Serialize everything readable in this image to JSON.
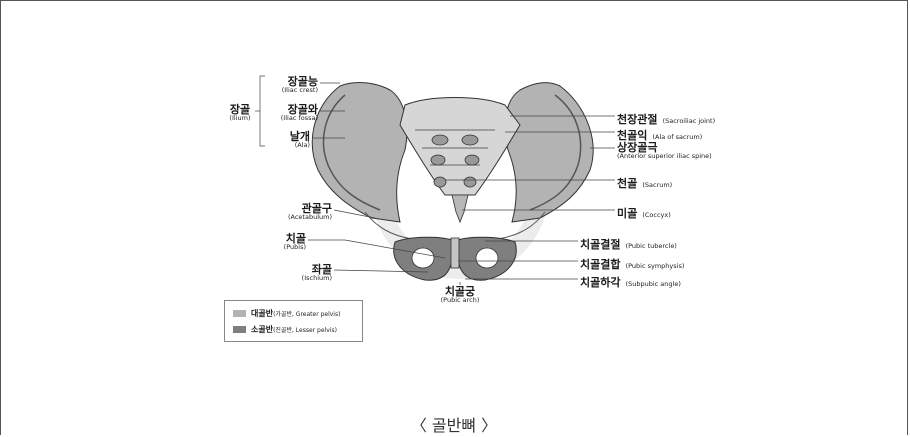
{
  "labels": {
    "iliac_crest": {
      "ko": "장골능",
      "en": "(Iliac crest)"
    },
    "iliac_fossa": {
      "ko": "장골와",
      "en": "(Iliac fossa)"
    },
    "ala": {
      "ko": "날개",
      "en": "(Ala)"
    },
    "ilium": {
      "ko": "장골",
      "en": "(Ilium)"
    },
    "acetabulum": {
      "ko": "관골구",
      "en": "(Acetabulum)"
    },
    "pubis": {
      "ko": "치골",
      "en": "(Pubis)"
    },
    "ischium": {
      "ko": "좌골",
      "en": "(Ischium)"
    },
    "pubic_arch": {
      "ko": "치골궁",
      "en": "(Pubic arch)"
    },
    "sacroiliac_joint": {
      "ko": "천장관절",
      "en": "(Sacroiliac joint)"
    },
    "ala_of_sacrum": {
      "ko": "천골익",
      "en": "(Ala of sacrum)"
    },
    "asis": {
      "ko": "상장골극",
      "en": "(Anterior superior iliac spine)"
    },
    "sacrum": {
      "ko": "천골",
      "en": "(Sacrum)"
    },
    "coccyx": {
      "ko": "미골",
      "en": "(Coccyx)"
    },
    "pubic_tubercle": {
      "ko": "치골결절",
      "en": "(Pubic tubercle)"
    },
    "pubic_symphysis": {
      "ko": "치골결합",
      "en": "(Pubic symphysis)"
    },
    "subpubic_angle": {
      "ko": "치골하각",
      "en": "(Subpubic angle)"
    }
  },
  "legend": {
    "items": [
      {
        "ko": "대골반",
        "note": "(가골반, Greater pelvis)",
        "color": "#b3b3b3"
      },
      {
        "ko": "소골반",
        "note": "(진골반, Lesser pelvis)",
        "color": "#7f7f7f"
      }
    ]
  },
  "caption": "〈 골반뼈 〉"
}
